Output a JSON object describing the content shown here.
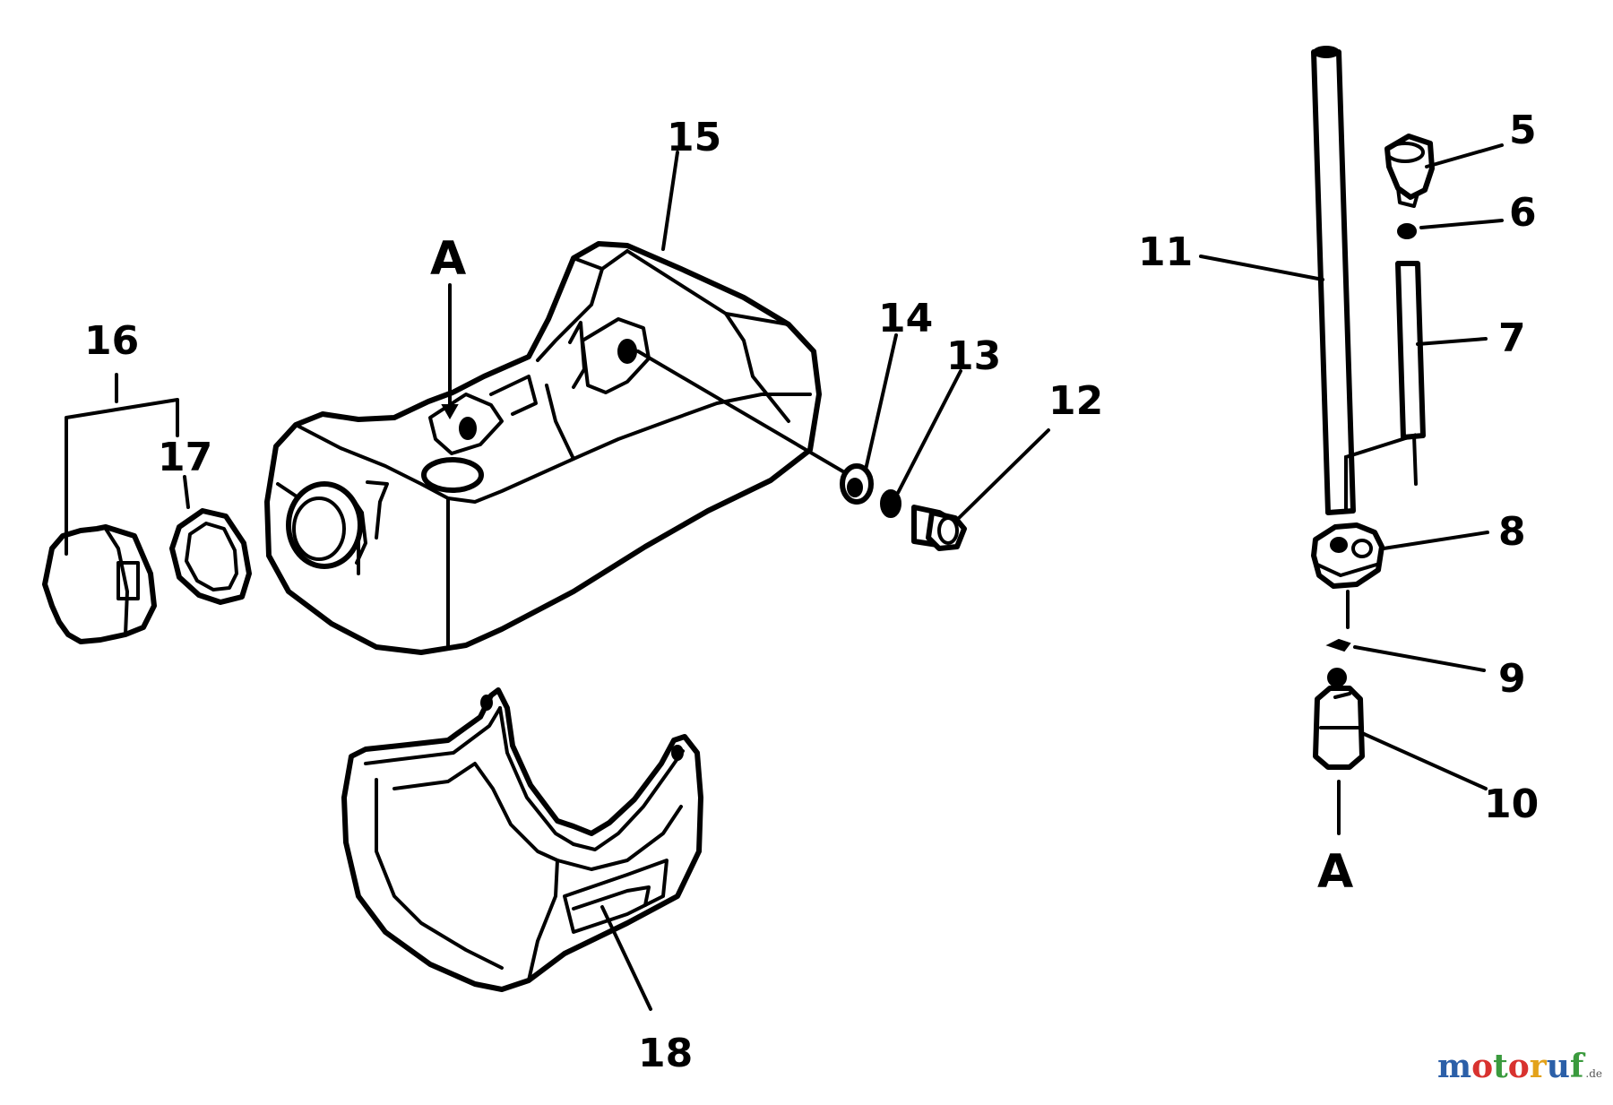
{
  "callouts": {
    "c5": "5",
    "c6": "6",
    "c7": "7",
    "c8": "8",
    "c9": "9",
    "c10": "10",
    "c11": "11",
    "c12": "12",
    "c13": "13",
    "c14": "14",
    "c15": "15",
    "c16": "16",
    "c17": "17",
    "c18": "18"
  },
  "connectors": {
    "tank_marker": "A",
    "filter_marker": "A"
  },
  "watermark": {
    "letters": [
      "m",
      "o",
      "t",
      "o",
      "r",
      "u",
      "f"
    ],
    "colors": [
      "#2b5fa8",
      "#d8322f",
      "#3a9a3d",
      "#d8322f",
      "#e3a21a",
      "#2b5fa8",
      "#3a9a3d"
    ],
    "suffix": ".de"
  }
}
